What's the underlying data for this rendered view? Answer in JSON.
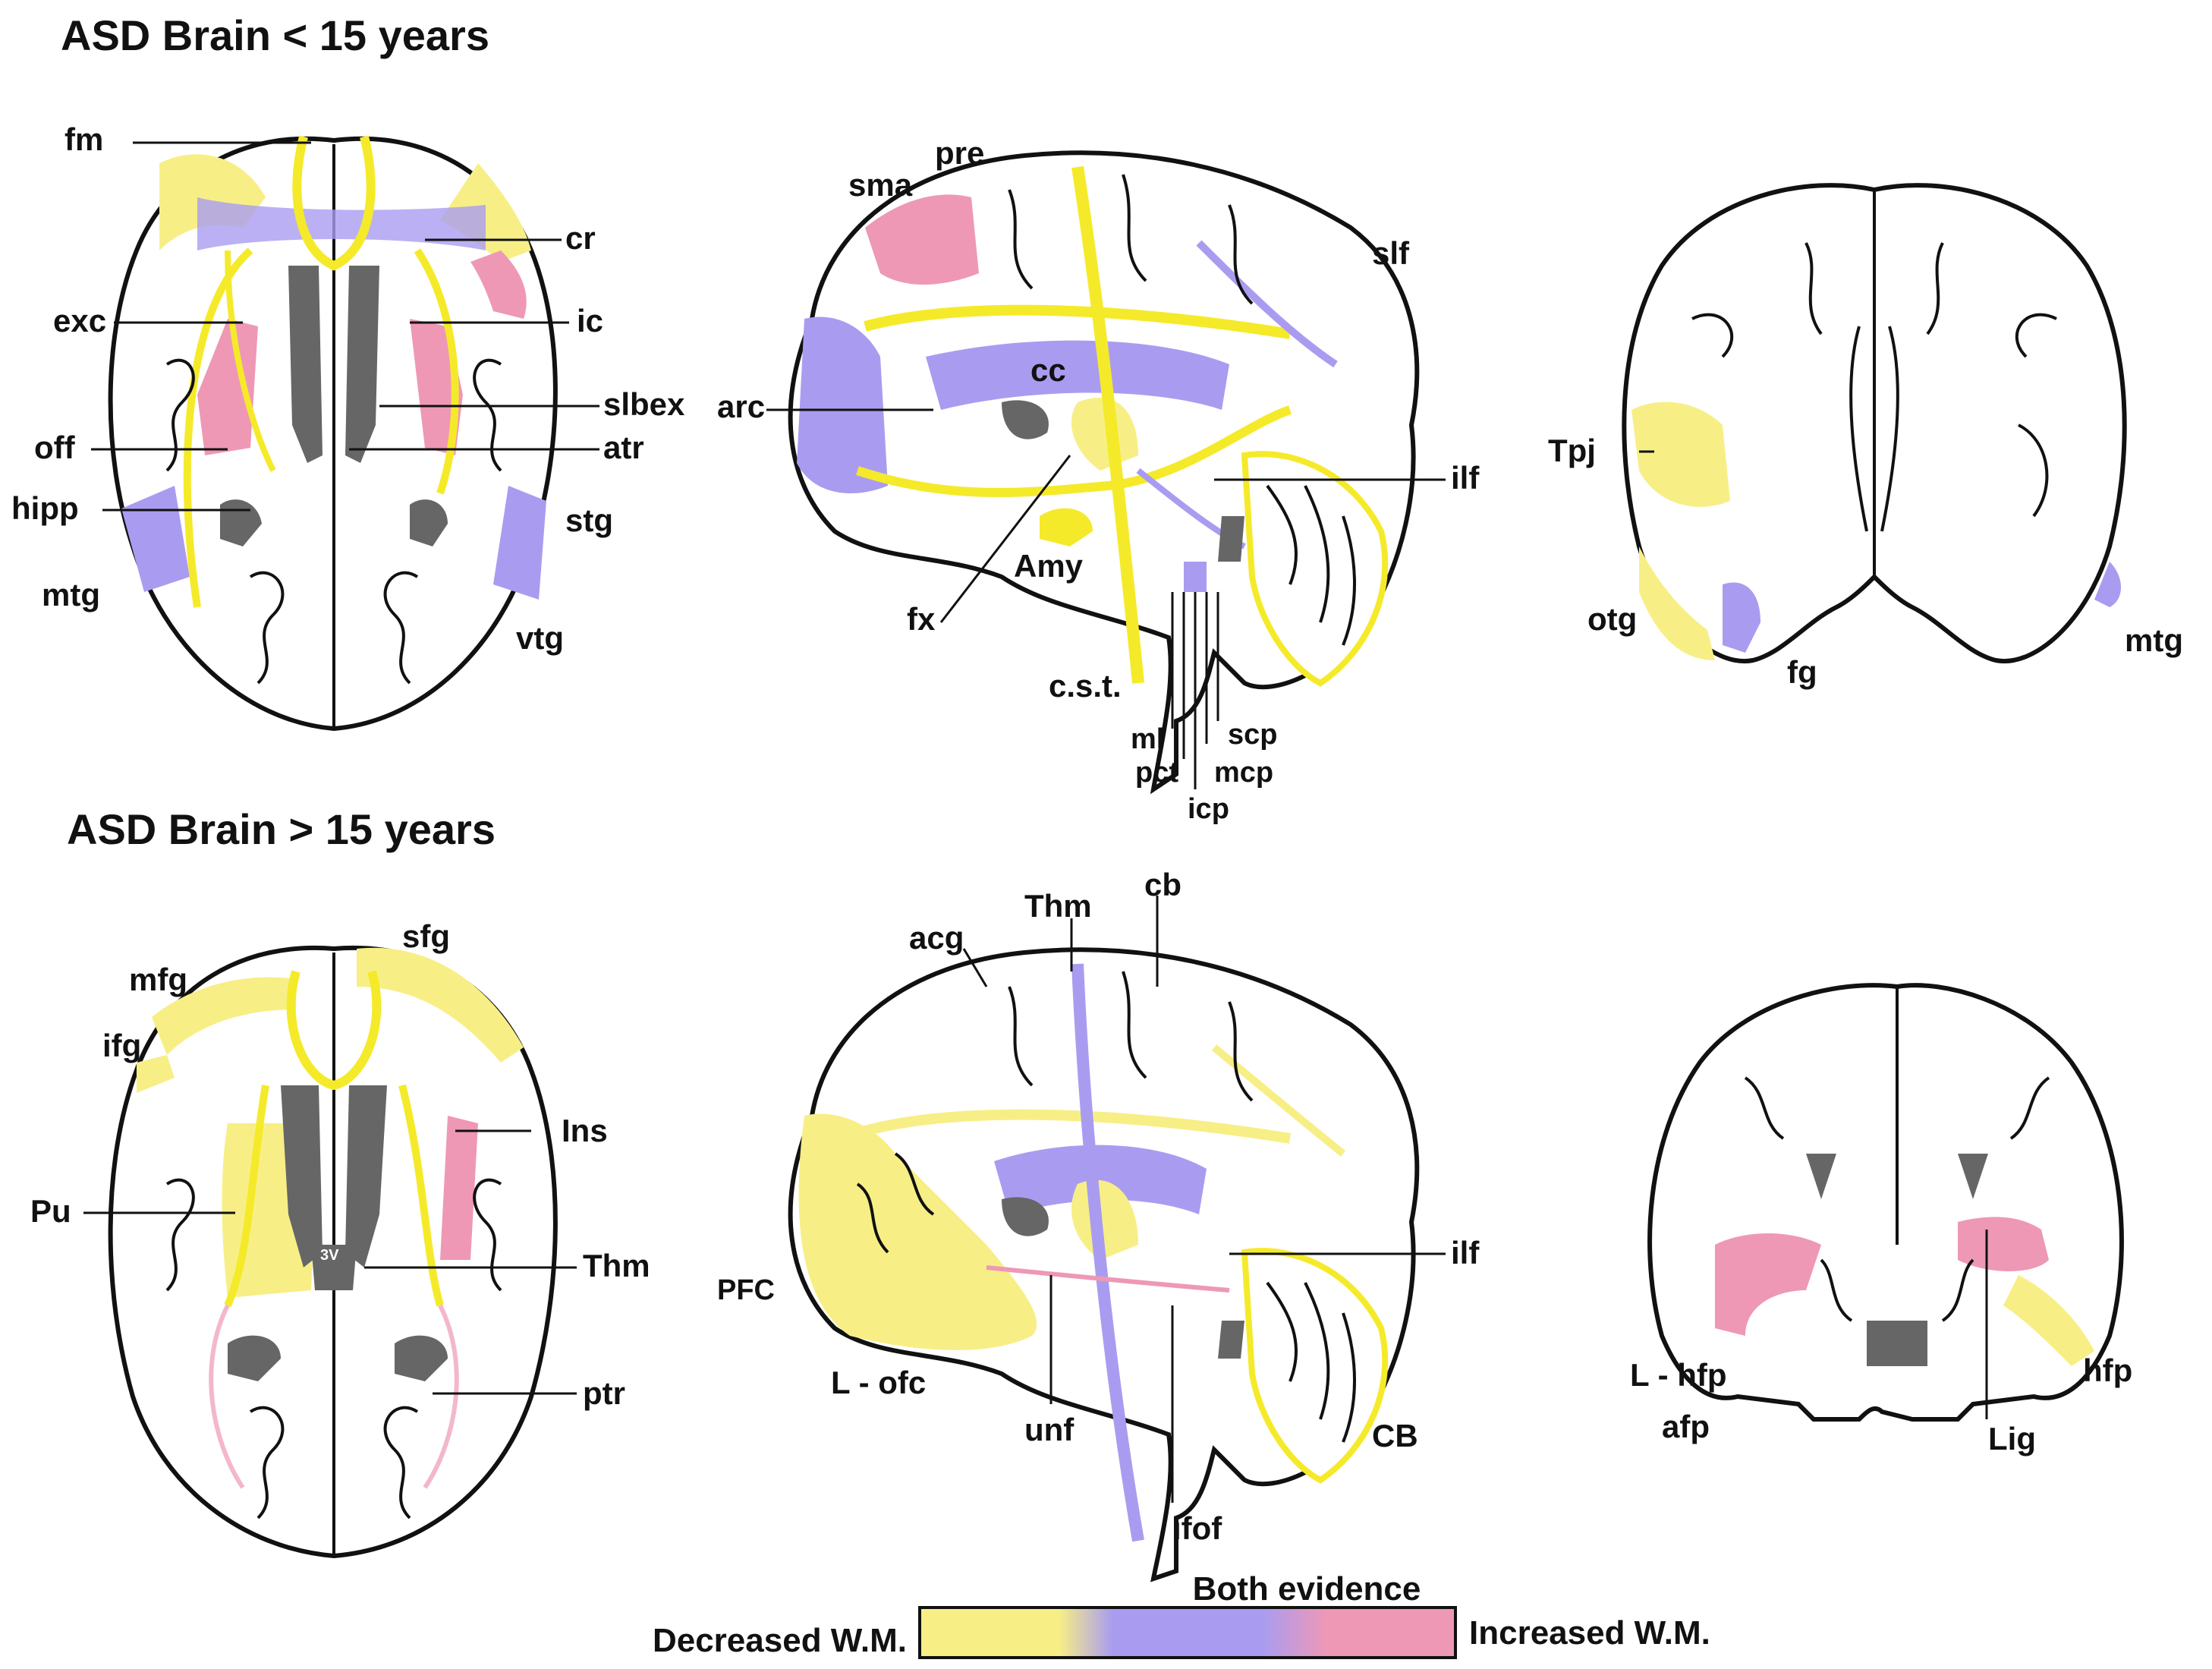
{
  "headers": {
    "young": "ASD Brain < 15 years",
    "old": "ASD Brain > 15 years"
  },
  "colors": {
    "decreased": "#f7ef86",
    "decreased_tract": "#f5ea2a",
    "both": "#a99cf0",
    "increased": "#ee98b6",
    "ventricle": "#666666",
    "outline": "#111111"
  },
  "labels": {
    "young_axial": {
      "fm": "fm",
      "cr": "cr",
      "exc": "exc",
      "ic": "ic",
      "slbex": "slbex",
      "off": "off",
      "atr": "atr",
      "hipp": "hipp",
      "stg": "stg",
      "mtg": "mtg",
      "vtg": "vtg"
    },
    "young_sagittal": {
      "pre": "pre",
      "sma": "sma",
      "slf": "slf",
      "cc": "cc",
      "arc": "arc",
      "ilf": "ilf",
      "amy": "Amy",
      "fx": "fx",
      "cst": "c.s.t.",
      "ml": "ml",
      "scp": "scp",
      "pct": "pct",
      "mcp": "mcp",
      "icp": "icp"
    },
    "young_coronal": {
      "tpj": "Tpj",
      "otg": "otg",
      "fg": "fg",
      "mtg": "mtg"
    },
    "old_axial": {
      "sfg": "sfg",
      "mfg": "mfg",
      "ifg": "ifg",
      "ins": "Ins",
      "pu": "Pu",
      "thm": "Thm",
      "ptr": "ptr",
      "v3": "3V"
    },
    "old_sagittal": {
      "thm": "Thm",
      "cb": "cb",
      "acg": "acg",
      "ilf": "ilf",
      "pfc": "PFC",
      "lofc": "L - ofc",
      "unf": "unf",
      "cbl": "CB",
      "ifof": "ifof"
    },
    "old_coronal": {
      "lhfp": "L - hfp",
      "hfp": "hfp",
      "afp": "afp",
      "lig": "Lig"
    }
  },
  "legend": {
    "both": "Both evidence",
    "decreased": "Decreased W.M.",
    "increased": "Increased W.M."
  }
}
